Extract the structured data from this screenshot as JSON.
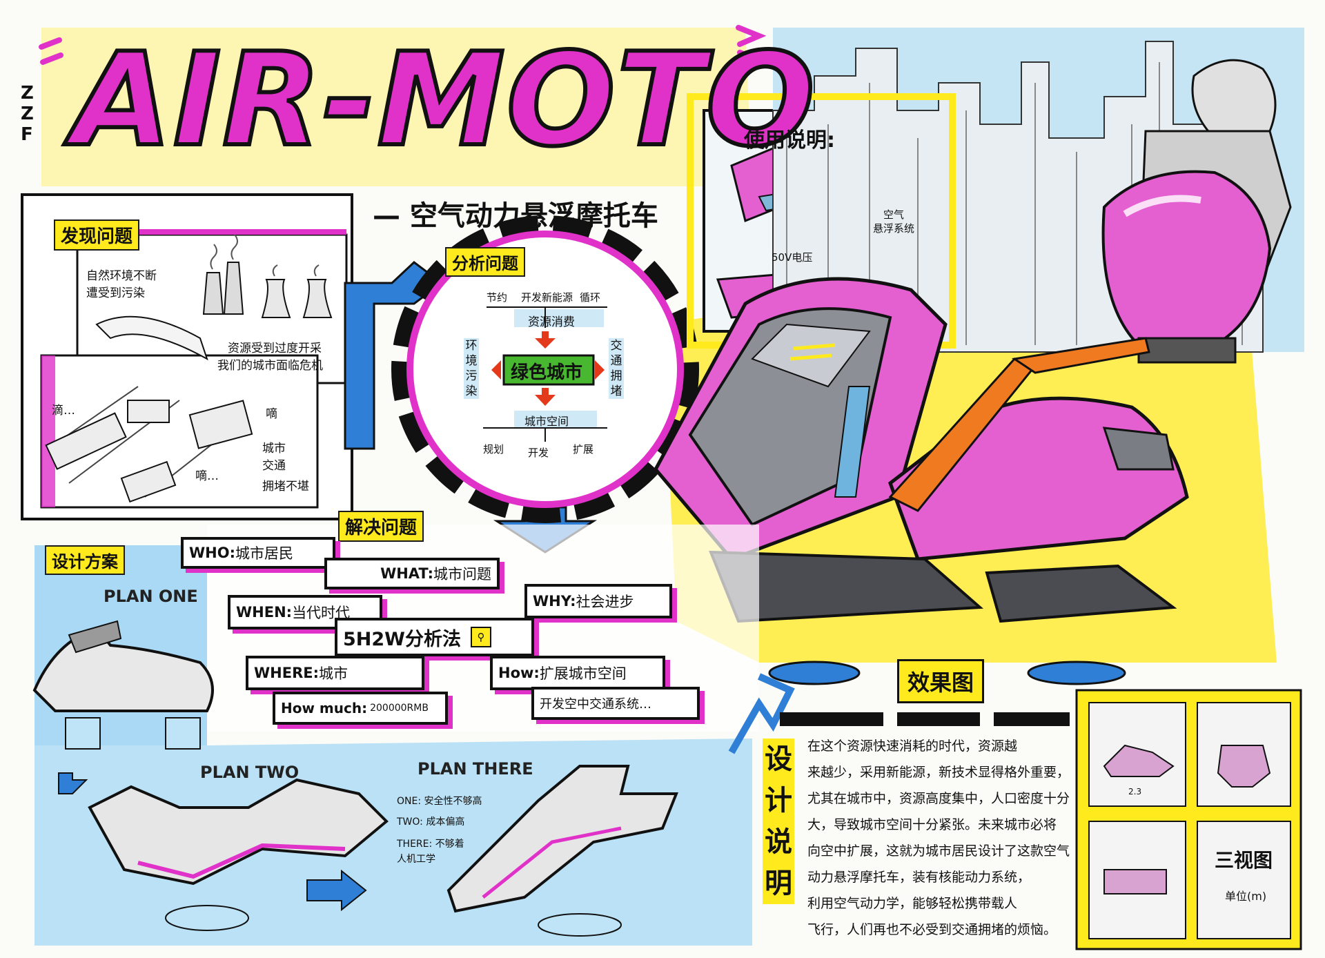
{
  "title": {
    "main": "AIR-MOTO",
    "signature": "ZZF",
    "subtitle": "— 空气动力悬浮摩托车"
  },
  "discover": {
    "label": "发现问题",
    "note1": [
      "自然环境不断",
      "遭受到污染"
    ],
    "note2": [
      "资源受到过度开采",
      "我们的城市面临危机"
    ],
    "traffic_labels": [
      "滴…",
      "嘀",
      "嘀…",
      "城市",
      "交通",
      "拥堵不堪"
    ]
  },
  "analysis": {
    "label": "分析问题",
    "top_row": [
      "节约",
      "开发新能源",
      "循环"
    ],
    "top_sub": "资源消费",
    "center": "绿色城市",
    "left_vert": "环境污染",
    "right_vert": "交通拥堵",
    "bottom_sub": "城市空间",
    "bottom_row": [
      "规划",
      "开发",
      "扩展"
    ]
  },
  "usage": {
    "label": "使用说明:",
    "air": [
      "空气",
      "悬浮系统"
    ],
    "voltage": "50V电压"
  },
  "solve": {
    "label": "解决问题",
    "center": "5H2W分析法",
    "who": {
      "k": "WHO:",
      "v": "城市居民"
    },
    "what": {
      "k": "WHAT:",
      "v": "城市问题"
    },
    "when": {
      "k": "WHEN:",
      "v": "当代时代"
    },
    "why": {
      "k": "WHY:",
      "v": "社会进步"
    },
    "where": {
      "k": "WHERE:",
      "v": "城市"
    },
    "how": {
      "k": "How:",
      "v": "扩展城市空间"
    },
    "how2": "开发空中交通系统…",
    "howmuch": {
      "k": "How much:",
      "v": "200000RMB"
    }
  },
  "design": {
    "label": "设计方案",
    "plan_one": "PLAN ONE",
    "plan_two": "PLAN TWO",
    "plan_three": "PLAN THERE",
    "notes": [
      "ONE: 安全性不够高",
      "TWO: 成本偏高",
      "THERE: 不够着",
      "人机工学"
    ]
  },
  "render": {
    "label": "效果图"
  },
  "explanation": {
    "label": [
      "设",
      "计",
      "说",
      "明"
    ],
    "lines": [
      "在这个资源快速消耗的时代，资源越",
      "来越少，采用新能源，新技术显得格外重要，",
      "尤其在城市中，资源高度集中，人口密度十分",
      "大，导致城市空间十分紧张。未来城市必将",
      "向空中扩展，这就为城市居民设计了这款空气",
      "动力悬浮摩托车，装有核能动力系统，",
      "利用空气动力学，能够轻松携带载人",
      "飞行，人们再也不必受到交通拥堵的烦恼。"
    ]
  },
  "views": {
    "label": "三视图",
    "unit": "单位(m)",
    "dim": "2.3"
  },
  "colors": {
    "accent": "#e032c9",
    "yellow": "#ffea1e",
    "blue": "#2f7fd6",
    "ink": "#111111",
    "sky": "#aedcf5"
  }
}
